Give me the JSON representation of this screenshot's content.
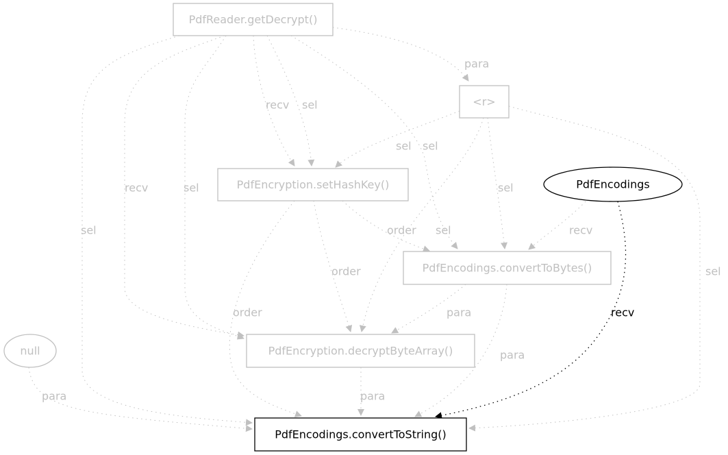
{
  "colors": {
    "faded": "#c0c0c0",
    "active": "#000000",
    "background": "#ffffff"
  },
  "nodes": [
    {
      "id": "getDecrypt",
      "label": "PdfReader.getDecrypt()",
      "shape": "box",
      "faded": true
    },
    {
      "id": "r",
      "label": "<r>",
      "shape": "box",
      "faded": true
    },
    {
      "id": "setHashKey",
      "label": "PdfEncryption.setHashKey()",
      "shape": "box",
      "faded": true
    },
    {
      "id": "pdfEncodings",
      "label": "PdfEncodings",
      "shape": "ellipse",
      "faded": false
    },
    {
      "id": "convertToBytes",
      "label": "PdfEncodings.convertToBytes()",
      "shape": "box",
      "faded": true
    },
    {
      "id": "null",
      "label": "null",
      "shape": "ellipse",
      "faded": true
    },
    {
      "id": "decryptByteArray",
      "label": "PdfEncryption.decryptByteArray()",
      "shape": "box",
      "faded": true
    },
    {
      "id": "convertToString",
      "label": "PdfEncodings.convertToString()",
      "shape": "box",
      "faded": false
    }
  ],
  "edges": [
    {
      "from": "getDecrypt",
      "to": "r",
      "label": "para",
      "faded": true
    },
    {
      "from": "getDecrypt",
      "to": "setHashKey",
      "label": "recv",
      "faded": true
    },
    {
      "from": "getDecrypt",
      "to": "setHashKey",
      "label": "sel",
      "faded": true
    },
    {
      "from": "getDecrypt",
      "to": "convertToBytes",
      "label": "sel",
      "faded": true
    },
    {
      "from": "getDecrypt",
      "to": "decryptByteArray",
      "label": "recv",
      "faded": true
    },
    {
      "from": "getDecrypt",
      "to": "decryptByteArray",
      "label": "sel",
      "faded": true
    },
    {
      "from": "getDecrypt",
      "to": "convertToString",
      "label": "sel",
      "faded": true
    },
    {
      "from": "r",
      "to": "setHashKey",
      "label": "sel",
      "faded": true
    },
    {
      "from": "r",
      "to": "convertToBytes",
      "label": "sel",
      "faded": true
    },
    {
      "from": "r",
      "to": "decryptByteArray",
      "label": "sel",
      "faded": true
    },
    {
      "from": "r",
      "to": "convertToString",
      "label": "sel",
      "faded": true
    },
    {
      "from": "setHashKey",
      "to": "convertToBytes",
      "label": "order",
      "faded": true
    },
    {
      "from": "setHashKey",
      "to": "decryptByteArray",
      "label": "order",
      "faded": true
    },
    {
      "from": "setHashKey",
      "to": "convertToString",
      "label": "order",
      "faded": true
    },
    {
      "from": "pdfEncodings",
      "to": "convertToBytes",
      "label": "recv",
      "faded": true
    },
    {
      "from": "pdfEncodings",
      "to": "convertToString",
      "label": "recv",
      "faded": false
    },
    {
      "from": "convertToBytes",
      "to": "decryptByteArray",
      "label": "para",
      "faded": true
    },
    {
      "from": "convertToBytes",
      "to": "convertToString",
      "label": "para",
      "faded": true
    },
    {
      "from": "decryptByteArray",
      "to": "convertToString",
      "label": "para",
      "faded": true
    },
    {
      "from": "null",
      "to": "convertToString",
      "label": "para",
      "faded": true
    }
  ]
}
